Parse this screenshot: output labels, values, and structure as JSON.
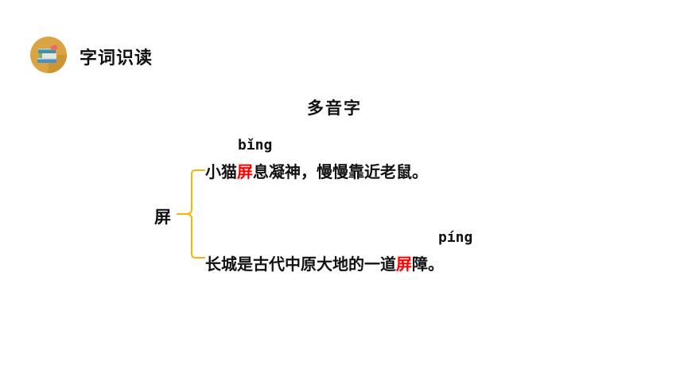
{
  "header": {
    "icon": "book-stack-icon",
    "title": "字词识读"
  },
  "section": {
    "title": "多音字"
  },
  "character": "屏",
  "readings": [
    {
      "pinyin": "bǐng",
      "before": "小猫",
      "highlight": "屏",
      "after": "息凝神，慢慢靠近老鼠。"
    },
    {
      "pinyin": "píng",
      "before": "长城是古代中原大地的一道",
      "highlight": "屏",
      "after": "障。"
    }
  ],
  "colors": {
    "highlight": "#ff0000",
    "brace": "#f2b705",
    "icon_bg": "#d9a441"
  }
}
